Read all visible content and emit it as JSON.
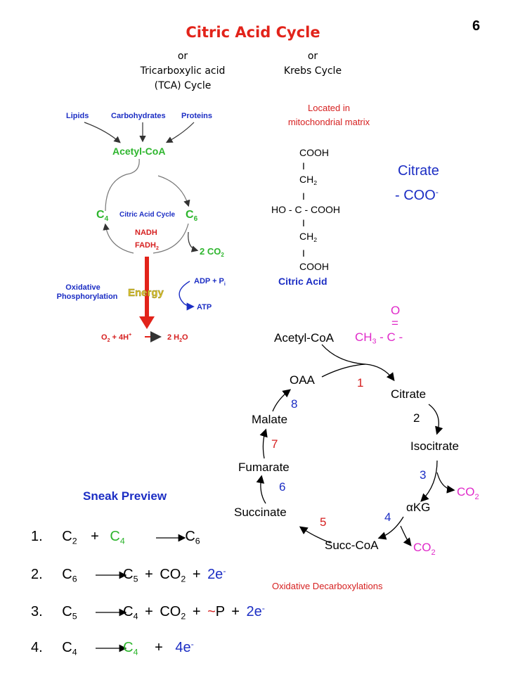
{
  "page_number": "6",
  "title": "Citric Acid Cycle",
  "names": {
    "or1": "or",
    "tca_line1": "Tricarboxylic acid",
    "tca_line2": "(TCA) Cycle",
    "or2": "or",
    "krebs": "Krebs Cycle"
  },
  "location": {
    "line1": "Located in",
    "line2": "mitochondrial matrix"
  },
  "overview": {
    "lipids": "Lipids",
    "carbohydrates": "Carbohydrates",
    "proteins": "Proteins",
    "acetyl_coa": "Acetyl-CoA",
    "c4": "C",
    "c4_sub": "4",
    "c6": "C",
    "c6_sub": "6",
    "cycle_label": "Citric Acid Cycle",
    "nadh": "NADH",
    "fadh": "FADH",
    "fadh_sub": "2",
    "co2": "2 CO",
    "co2_sub": "2",
    "oxphos1": "Oxidative",
    "oxphos2": "Phosphorylation",
    "energy": "Energy",
    "adp": "ADP + P",
    "adp_sub": "i",
    "atp": "ATP",
    "o2": "O",
    "o2_sub": "2",
    "plus4h": " + 4H",
    "plus4h_sup": "+",
    "h2o_a": "2 H",
    "h2o_sub": "2",
    "h2o_b": "O"
  },
  "citric_acid": {
    "cooh1": "COOH",
    "bar": "I",
    "ch2": "CH",
    "ch2_sub": "2",
    "middle": "HO - C - COOH",
    "cooh2": "COOH",
    "label": "Citric Acid"
  },
  "citrate": {
    "name": "Citrate",
    "group": "- COO",
    "group_sup": "-"
  },
  "acetyl_group": {
    "o": "O",
    "eq": "=",
    "ch": "CH",
    "ch_sub": "3",
    "rest": " - C -"
  },
  "cycle": {
    "acetyl_coa": "Acetyl-CoA",
    "intermediates": [
      "Citrate",
      "Isocitrate",
      "αKG",
      "Succ-CoA",
      "Succinate",
      "Fumarate",
      "Malate",
      "OAA"
    ],
    "steps": [
      "1",
      "2",
      "3",
      "4",
      "5",
      "6",
      "7",
      "8"
    ],
    "co2": "CO",
    "co2_sub": "2",
    "note": "Oxidative Decarboxylations"
  },
  "sneak_preview": {
    "title": "Sneak Preview",
    "nums": [
      "1.",
      "2.",
      "3.",
      "4."
    ],
    "C": "C",
    "plus": "+",
    "CO": "CO",
    "two_e": "2e",
    "four_e": "4e",
    "e_sup": "-",
    "tilde": "~",
    "P": "P",
    "subs": {
      "two": "2",
      "four": "4",
      "five": "5",
      "six": "6"
    }
  },
  "colors": {
    "title_red": "#e2231a",
    "green": "#2db52d",
    "magenta": "#e029c9",
    "blue": "#1c2ec4",
    "red": "#d62020",
    "yellow": "#d9c22e"
  }
}
